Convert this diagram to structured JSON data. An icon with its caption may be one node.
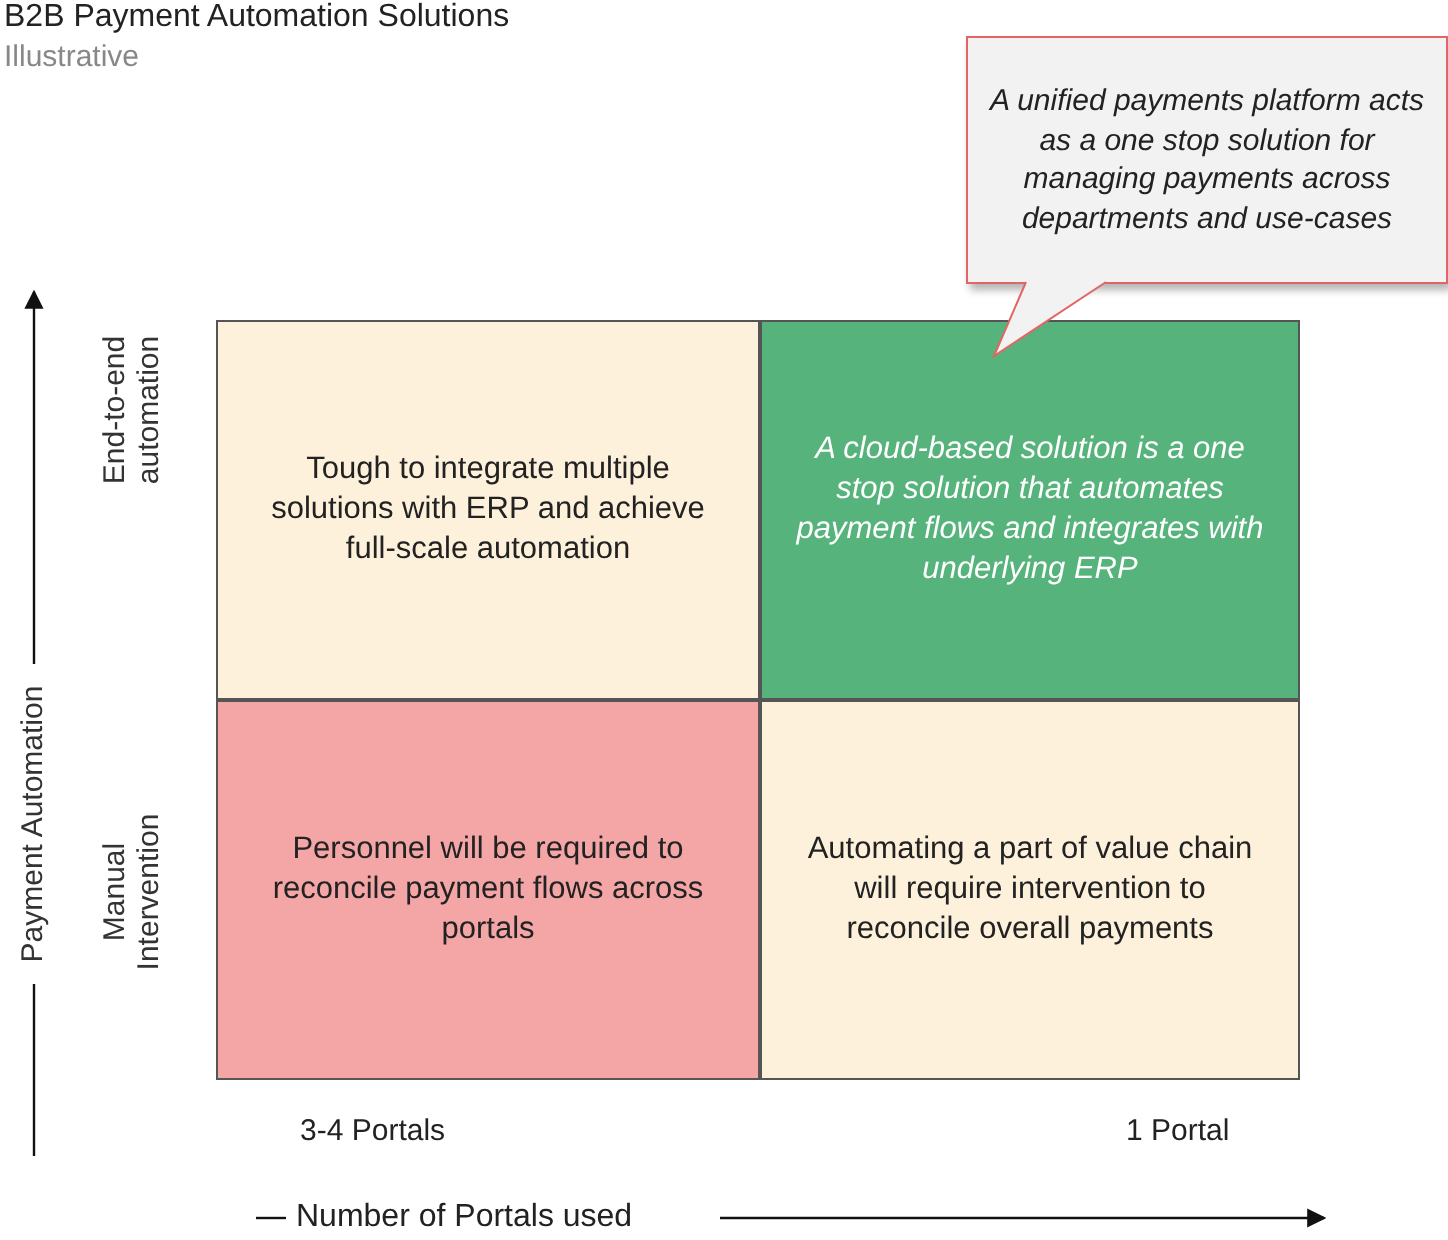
{
  "diagram": {
    "title": "B2B Payment Automation Solutions",
    "nodes": [
      {
        "text": [
          "Tough to integrate multiple solutions with ERP and achieve full-scale automation"
        ]
      },
      {
        "text": [
          "A cloud-based solution is a one stop solution that automates  payment flows and integrates with underlying ERP"
        ]
      },
      {
        "text": [
          "Personnel will be required to reconcile payment flows across portals"
        ]
      },
      {
        "text": [
          "Automating a part of value chain will require intervention to reconcile overall payments"
        ]
      },
      {
        "text": [
          "A unified payments platform acts as a one stop solution for managing payments across departments and use-cases"
        ]
      }
    ],
    "edges": [
      {
        "from": 4,
        "to": 1,
        "arrow": "to"
      }
    ],
    "labels": [
      "Illustrative",
      "Payment Automation",
      "End-to-end automation",
      "Manual Intervention",
      "3-4 Portals",
      "1 Portal",
      "Number of Portals used"
    ]
  }
}
